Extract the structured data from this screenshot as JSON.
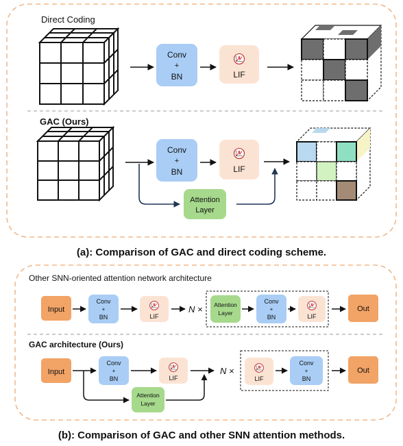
{
  "panel_a": {
    "direct_title": "Direct Coding",
    "gac_title": "GAC (Ours)",
    "conv": {
      "line1": "Conv",
      "line2": "+",
      "line3": "BN"
    },
    "lif": "LIF",
    "attention": {
      "line1": "Attention",
      "line2": "Layer"
    },
    "caption": "(a): Comparison of GAC and direct coding scheme."
  },
  "panel_b": {
    "other_title": "Other SNN-oriented attention network architecture",
    "gac_title": "GAC architecture (Ours)",
    "input": "Input",
    "out": "Out",
    "conv": {
      "line1": "Conv",
      "line2": "+",
      "line3": "BN"
    },
    "lif": "LIF",
    "attention": {
      "line1": "Attention",
      "line2": "Layer"
    },
    "repeat": "N ×",
    "caption": "(b): Comparison of GAC and other SNN attention methods."
  },
  "colors": {
    "conv": "#a9cdf5",
    "lif": "#fbe3d3",
    "attention": "#a6d98c",
    "io": "#f2a366",
    "frame": "#f0b88c",
    "dark_cell": "#6e6e6e",
    "blue_cell": "#b8d9ef",
    "teal_cell": "#8fe0c2",
    "green_cell": "#d3f2c1",
    "yellow_cell": "#f6f4c7",
    "brown_cell": "#a38b76"
  }
}
